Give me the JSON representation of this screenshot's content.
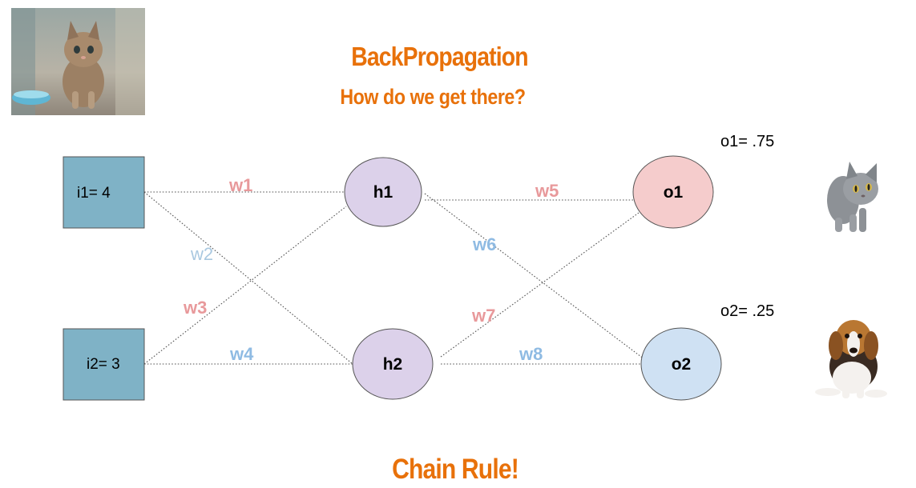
{
  "header": {
    "title": "BackPropagation",
    "subtitle": "How do we get there?"
  },
  "footer": {
    "text": "Chain Rule!"
  },
  "network": {
    "inputs": [
      {
        "id": "i1",
        "label": "i1= 4"
      },
      {
        "id": "i2",
        "label": "i2= 3"
      }
    ],
    "hidden": [
      {
        "id": "h1",
        "label": "h1"
      },
      {
        "id": "h2",
        "label": "h2"
      }
    ],
    "outputs": [
      {
        "id": "o1",
        "label": "o1"
      },
      {
        "id": "o2",
        "label": "o2"
      }
    ],
    "weights": [
      {
        "id": "w1",
        "label": "w1"
      },
      {
        "id": "w2",
        "label": "w2"
      },
      {
        "id": "w3",
        "label": "w3"
      },
      {
        "id": "w4",
        "label": "w4"
      },
      {
        "id": "w5",
        "label": "w5"
      },
      {
        "id": "w6",
        "label": "w6"
      },
      {
        "id": "w7",
        "label": "w7"
      },
      {
        "id": "w8",
        "label": "w8"
      }
    ],
    "output_values": [
      {
        "id": "o1",
        "label": "o1= .75"
      },
      {
        "id": "o2",
        "label": "o2= .25"
      }
    ]
  },
  "colors": {
    "accent": "#e8710a",
    "input_fill": "#7fb2c6",
    "hidden_fill": "#dcd1ea",
    "o1_fill": "#f5cccc",
    "o2_fill": "#cfe1f3",
    "weight_pink": "#e8999b",
    "weight_blue": "#8fbbe3",
    "weight_lightblue": "#a9c8e0"
  }
}
